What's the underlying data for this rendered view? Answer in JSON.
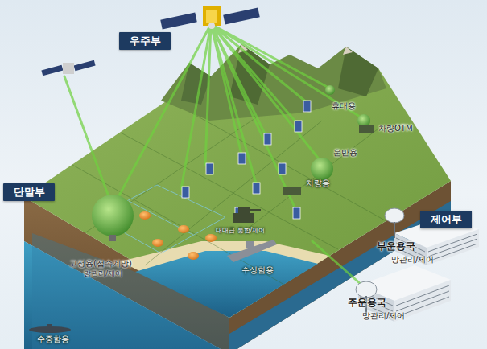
{
  "diagram": {
    "nodes": [
      {
        "text": [
          "우주부"
        ]
      },
      {
        "text": [
          "단말부"
        ]
      },
      {
        "text": [
          "제어부"
        ]
      }
    ],
    "labels": [
      "휴대용",
      "차량OTM",
      "운반용",
      "차량용",
      "고정용(접속계망)",
      "망관리/제어",
      "대대급 통합/제어",
      "수상함용",
      "수중함용",
      "부운용국",
      "망관리/제어",
      "주운용국",
      "망관리/제어"
    ]
  }
}
